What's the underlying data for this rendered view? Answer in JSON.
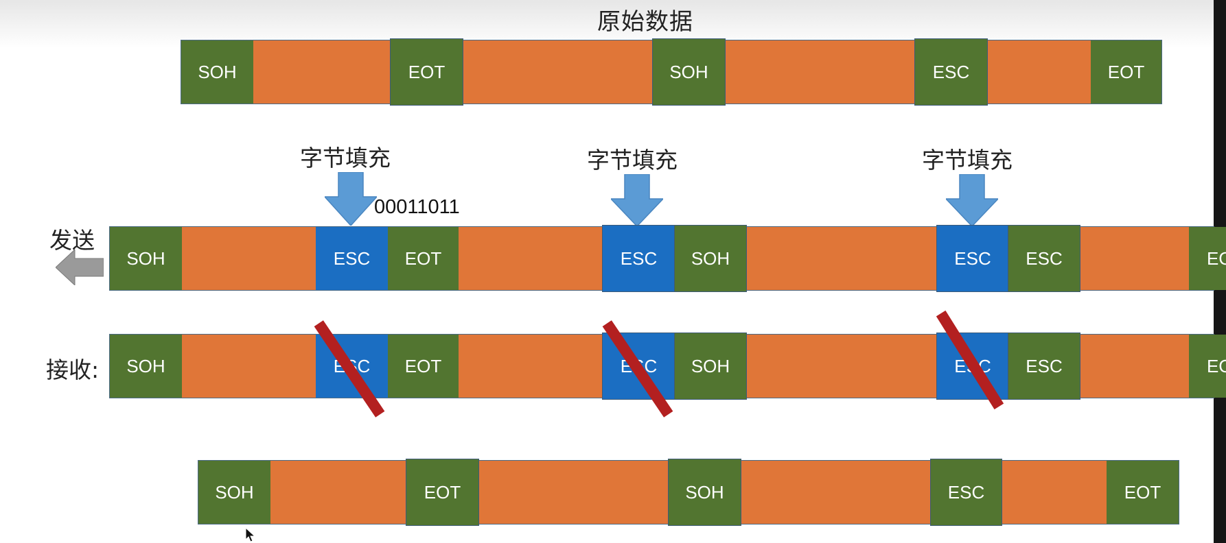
{
  "title": "原始数据",
  "labels": {
    "send": "发送",
    "receive": "接收:",
    "stuffing": "字节填充",
    "esc_code": "00011011"
  },
  "colors": {
    "data": "#E07638",
    "control": "#527530",
    "inserted_esc": "#1B6EC2",
    "cross": "#B32020",
    "arrow_down": "#5B9BD5",
    "arrow_left": "#999999"
  },
  "frames": {
    "original": [
      "SOH",
      "",
      "EOT",
      "",
      "SOH",
      "",
      "ESC",
      "",
      "EOT"
    ],
    "sent": [
      "SOH",
      "",
      "ESC",
      "EOT",
      "",
      "ESC",
      "SOH",
      "",
      "ESC",
      "ESC",
      "",
      "EO"
    ],
    "received": [
      "SOH",
      "",
      "ESC",
      "EOT",
      "",
      "ESC",
      "SOH",
      "",
      "ESC",
      "ESC",
      "",
      "EO"
    ],
    "restored": [
      "SOH",
      "",
      "EOT",
      "",
      "SOH",
      "",
      "ESC",
      "",
      "EOT"
    ]
  }
}
